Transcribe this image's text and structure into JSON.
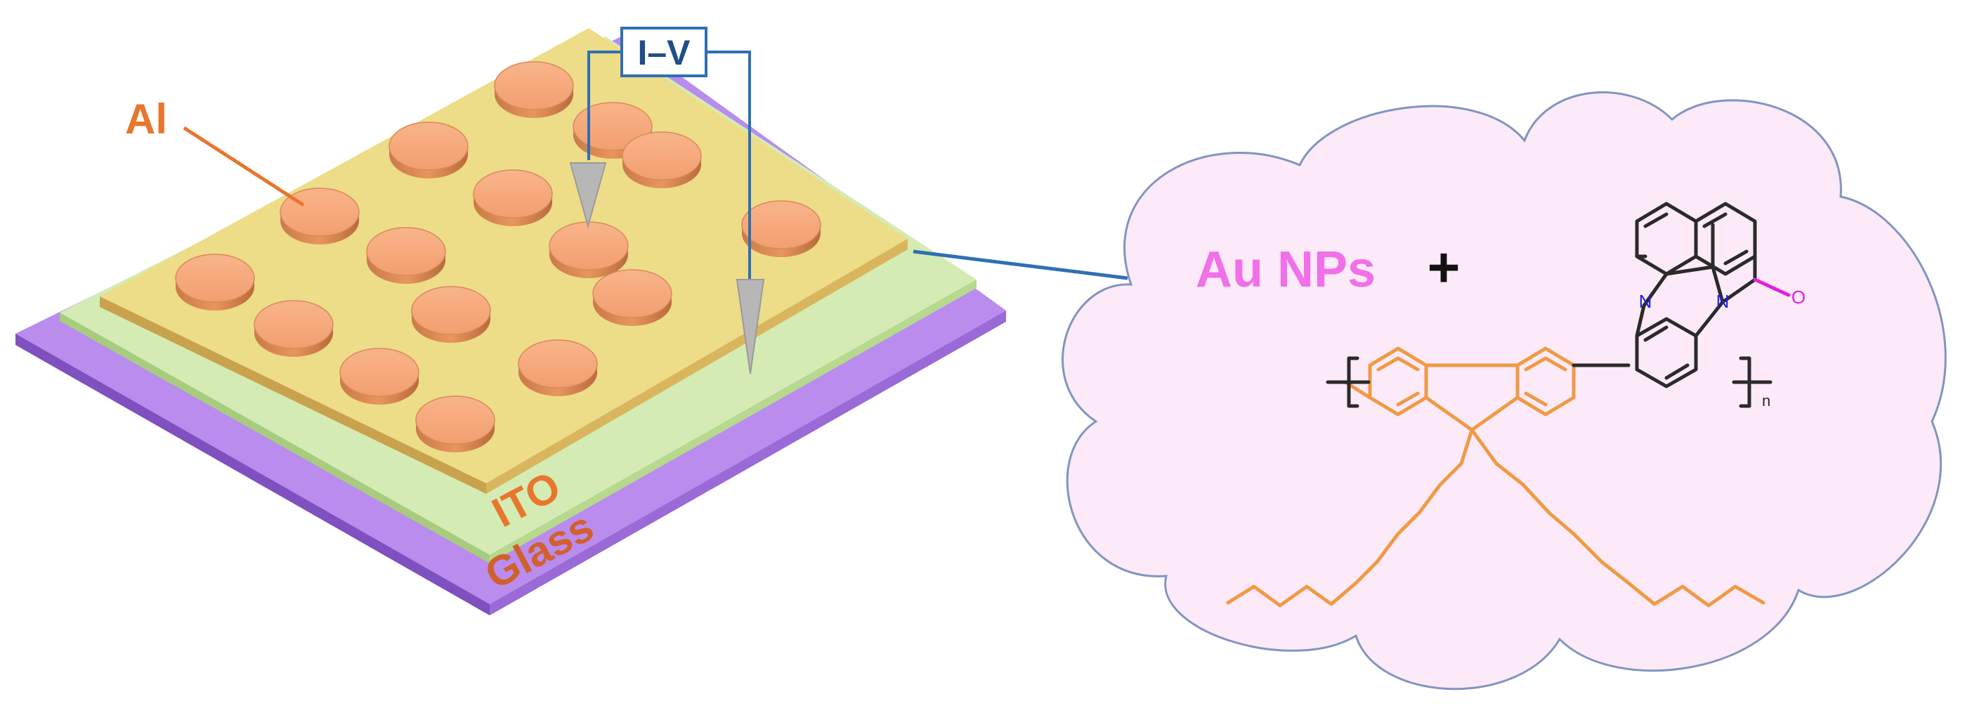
{
  "labels": {
    "al": "Al",
    "iv": "I–V",
    "ito": "ITO",
    "glass": "Glass",
    "au_nps": "Au NPs",
    "plus": "+",
    "nitrogen": "N",
    "oxygen": "O",
    "repeat_n": "n"
  },
  "colors": {
    "electrode": "#F5A878",
    "active_layer": "#EDDC86",
    "ito_layer": "#D3EBB0",
    "glass_layer": "#BE91F2",
    "label_orange": "#E8762E",
    "box_blue": "#2F6FB3",
    "probe_gray": "#B7B7B7",
    "cloud_fill": "#FCEAF8",
    "au_pink": "#F070E8",
    "polymer_orange": "#F09A45",
    "heteroatom_blue": "#2020E0",
    "carbonyl_magenta": "#E020E0"
  }
}
